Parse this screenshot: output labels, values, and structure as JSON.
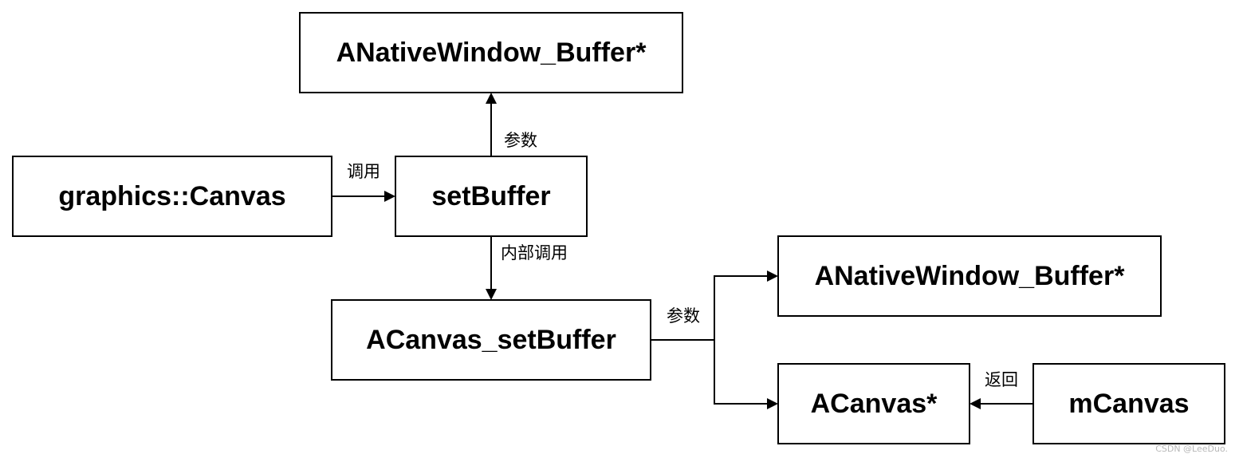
{
  "nodes": {
    "buffer_top": "ANativeWindow_Buffer*",
    "graphics_canvas": "graphics::Canvas",
    "set_buffer": "setBuffer",
    "acanvas_set_buffer": "ACanvas_setBuffer",
    "buffer_right": "ANativeWindow_Buffer*",
    "acanvas_ptr": "ACanvas*",
    "m_canvas": "mCanvas"
  },
  "edges": {
    "call": "调用",
    "param_top": "参数",
    "internal_call": "内部调用",
    "param_right": "参数",
    "return": "返回"
  },
  "watermark": "CSDN @LeeDuo."
}
